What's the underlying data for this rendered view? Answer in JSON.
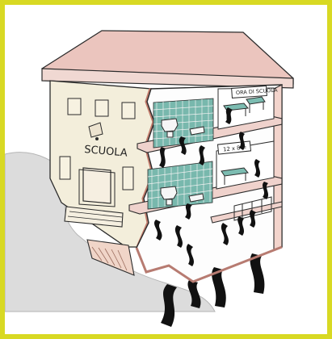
{
  "illustration": {
    "facade_sign": "SCUOLA",
    "classroom_board_upper": "ORA DI SCUOLA",
    "classroom_board_middle": "12 x 8 ="
  },
  "colors": {
    "border": "#d8d923",
    "roof": "#e8c6bf",
    "wall_pink": "#f3d7cf",
    "cream": "#f6f0dc",
    "tiles": "#78b8ad",
    "stroke": "#2b2b2b",
    "arrow": "#111111",
    "shadow": "#d7d7d7"
  }
}
